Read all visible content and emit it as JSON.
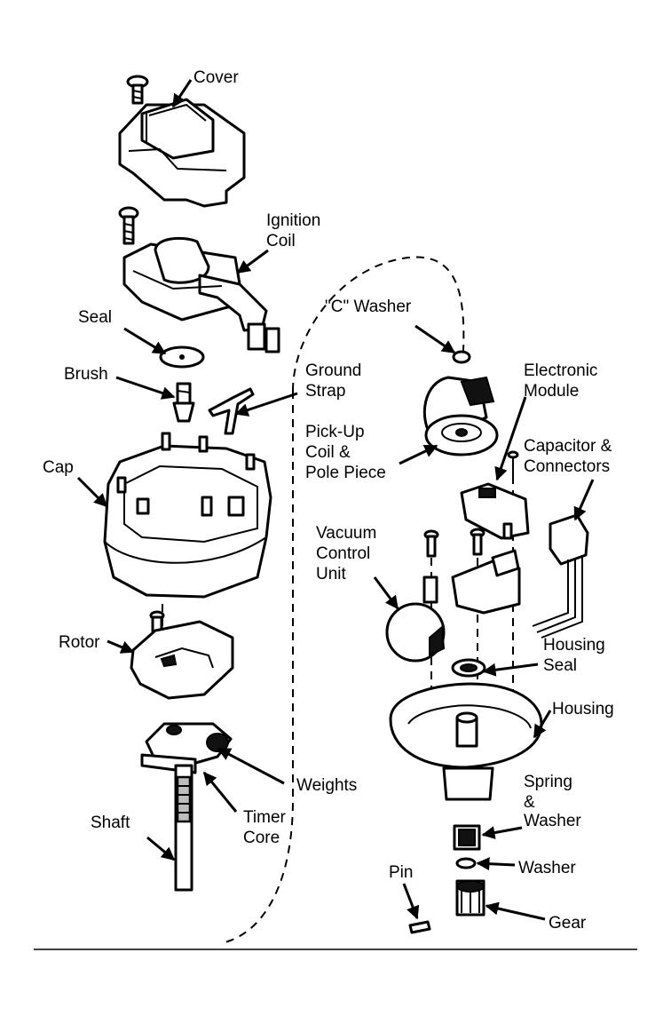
{
  "labels": {
    "cover": "Cover",
    "ignition_coil_1": "Ignition",
    "ignition_coil_2": "Coil",
    "seal": "Seal",
    "brush": "Brush",
    "ground_strap_1": "Ground",
    "ground_strap_2": "Strap",
    "cap": "Cap",
    "rotor": "Rotor",
    "weights": "Weights",
    "timer_core_1": "Timer",
    "timer_core_2": "Core",
    "shaft": "Shaft",
    "c_washer": "\"C\" Washer",
    "electronic_module_1": "Electronic",
    "electronic_module_2": "Module",
    "pickup_coil_1": "Pick-Up",
    "pickup_coil_2": "Coil &",
    "pickup_coil_3": "Pole Piece",
    "capacitor_1": "Capacitor &",
    "capacitor_2": "Connectors",
    "vacuum_1": "Vacuum",
    "vacuum_2": "Control",
    "vacuum_3": "Unit",
    "housing_seal_1": "Housing",
    "housing_seal_2": "Seal",
    "housing": "Housing",
    "spring_washer_1": "Spring",
    "spring_washer_2": "&",
    "spring_washer_3": "Washer",
    "washer": "Washer",
    "pin": "Pin",
    "gear": "Gear"
  }
}
